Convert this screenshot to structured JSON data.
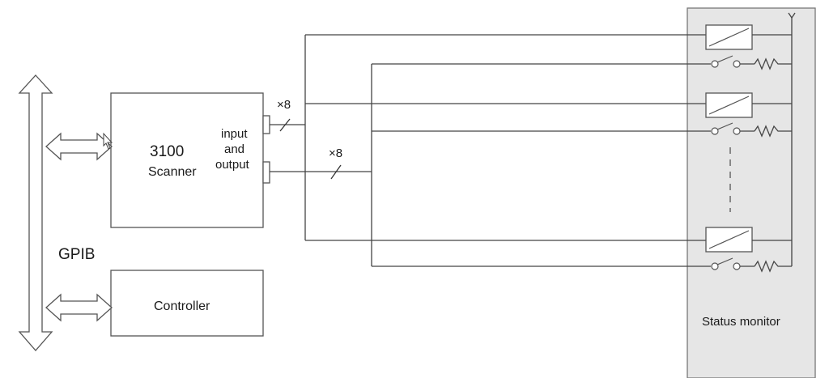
{
  "gpib": {
    "label": "GPIB"
  },
  "scanner": {
    "model": "3100",
    "name": "Scanner",
    "io_line1": "input",
    "io_line2": "and",
    "io_line3": "output"
  },
  "controller": {
    "label": "Controller"
  },
  "bus_widths": {
    "top": "×8",
    "bottom": "×8"
  },
  "status_monitor": {
    "label": "Status monitor",
    "fill": "#e6e6e6"
  }
}
